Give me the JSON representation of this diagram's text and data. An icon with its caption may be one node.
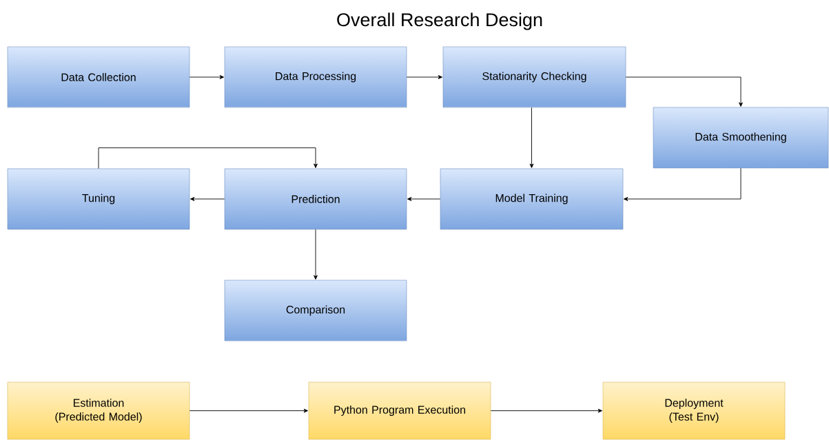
{
  "diagram": {
    "title": "Overall Research Design",
    "nodes": [
      {
        "text": [
          "Data Collection"
        ]
      },
      {
        "text": [
          "Data Processing"
        ]
      },
      {
        "text": [
          "Stationarity Checking"
        ]
      },
      {
        "text": [
          "Data Smoothening"
        ]
      },
      {
        "text": [
          "Tuning"
        ]
      },
      {
        "text": [
          "Prediction"
        ]
      },
      {
        "text": [
          "Model Training"
        ]
      },
      {
        "text": [
          "Comparison"
        ]
      },
      {
        "text": [
          "Estimation (Predicted Model)"
        ]
      },
      {
        "text": [
          "Python Program Execution"
        ]
      },
      {
        "text": [
          "Deployment (Test Env)"
        ]
      }
    ],
    "edges": [
      {
        "from": 0,
        "to": 1,
        "arrow": "to"
      },
      {
        "from": 1,
        "to": 2,
        "arrow": "to"
      },
      {
        "from": 2,
        "to": 3,
        "arrow": "to"
      },
      {
        "from": 2,
        "to": 6,
        "arrow": "to"
      },
      {
        "from": 3,
        "to": 6,
        "arrow": "to"
      },
      {
        "from": 6,
        "to": 5,
        "arrow": "to"
      },
      {
        "from": 5,
        "to": 4,
        "arrow": "to"
      },
      {
        "from": 4,
        "to": 5,
        "arrow": "to"
      },
      {
        "from": 5,
        "to": 7,
        "arrow": "to"
      },
      {
        "from": 8,
        "to": 9,
        "arrow": "to"
      },
      {
        "from": 9,
        "to": 10,
        "arrow": "to"
      }
    ]
  }
}
